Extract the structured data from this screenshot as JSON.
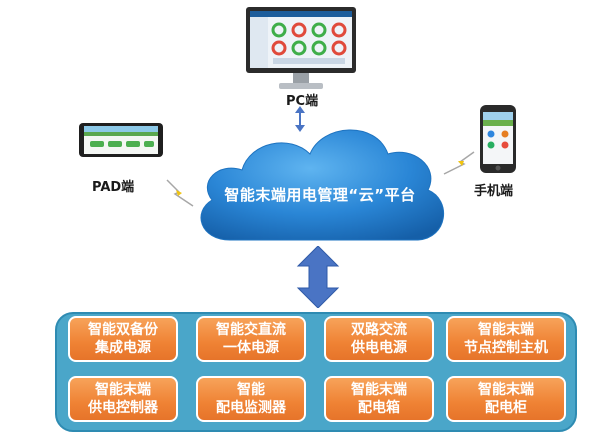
{
  "labels": {
    "pc": "PC端",
    "pad": "PAD端",
    "phone": "手机端"
  },
  "cloud": {
    "title": "智能末端用电管理“云”平台",
    "color": "#1f7fd0"
  },
  "modules": [
    {
      "line1": "智能双备份",
      "line2": "集成电源"
    },
    {
      "line1": "智能交直流",
      "line2": "一体电源"
    },
    {
      "line1": "双路交流",
      "line2": "供电电源"
    },
    {
      "line1": "智能末端",
      "line2": "节点控制主机"
    },
    {
      "line1": "智能末端",
      "line2": "供电控制器"
    },
    {
      "line1": "智能",
      "line2": "配电监测器"
    },
    {
      "line1": "智能末端",
      "line2": "配电箱"
    },
    {
      "line1": "智能末端",
      "line2": "配电柜"
    }
  ],
  "colors": {
    "tray": "#4aa6c9",
    "module": "#ef8234",
    "arrow": "#4a74c4"
  }
}
